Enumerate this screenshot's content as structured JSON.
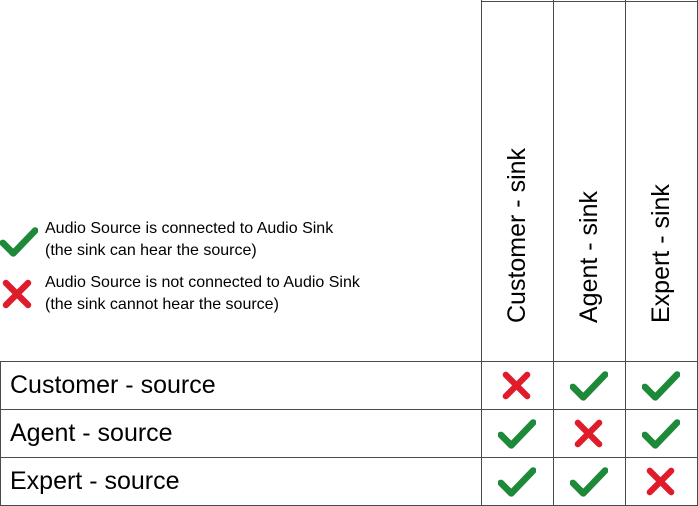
{
  "colors": {
    "check": "#1e8a39",
    "cross": "#e01b2a",
    "grid": "#4a4a4a"
  },
  "legend": {
    "connected": {
      "icon": "check-icon",
      "line1": "Audio Source is connected to Audio Sink",
      "line2": "(the sink can hear the source)"
    },
    "not_connected": {
      "icon": "cross-icon",
      "line1": "Audio Source is not connected to Audio Sink",
      "line2": "(the sink cannot hear the source)"
    }
  },
  "columns": [
    "Customer - sink",
    "Agent - sink",
    "Expert - sink"
  ],
  "rows": [
    {
      "label": "Customer - source",
      "cells": [
        "cross",
        "check",
        "check"
      ]
    },
    {
      "label": "Agent - source",
      "cells": [
        "check",
        "cross",
        "check"
      ]
    },
    {
      "label": "Expert - source",
      "cells": [
        "check",
        "check",
        "cross"
      ]
    }
  ]
}
